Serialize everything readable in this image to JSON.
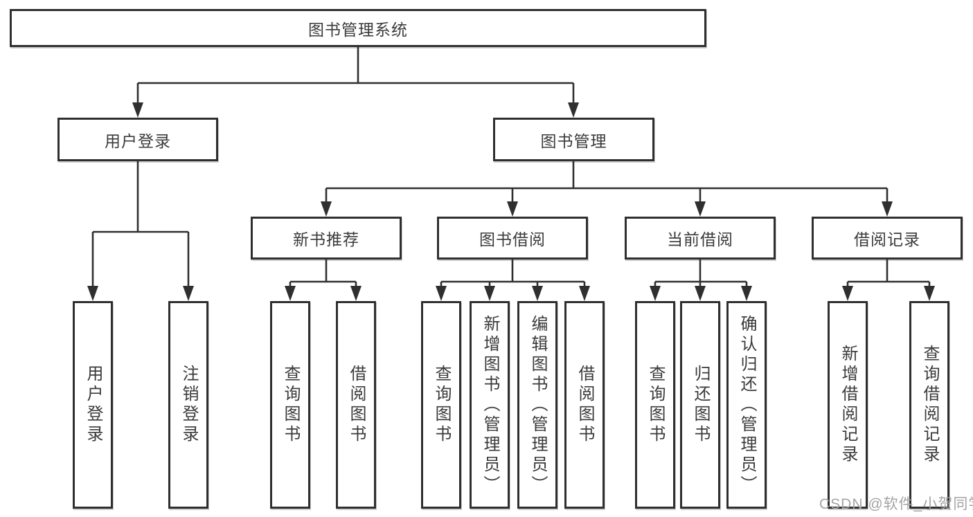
{
  "tree": {
    "label": "图书管理系统",
    "children": [
      {
        "label": "用户登录",
        "children": [
          {
            "label": "用户登录"
          },
          {
            "label": "注销登录"
          }
        ]
      },
      {
        "label": "图书管理",
        "children": [
          {
            "label": "新书推荐",
            "children": [
              {
                "label": "查询图书"
              },
              {
                "label": "借阅图书"
              }
            ]
          },
          {
            "label": "图书借阅",
            "children": [
              {
                "label": "查询图书"
              },
              {
                "label": "新增图书（管理员）"
              },
              {
                "label": "编辑图书（管理员）"
              },
              {
                "label": "借阅图书"
              }
            ]
          },
          {
            "label": "当前借阅",
            "children": [
              {
                "label": "查询图书"
              },
              {
                "label": "归还图书"
              },
              {
                "label": "确认归还（管理员）"
              }
            ]
          },
          {
            "label": "借阅记录",
            "children": [
              {
                "label": "新增借阅记录"
              },
              {
                "label": "查询借阅记录"
              }
            ]
          }
        ]
      }
    ]
  },
  "watermark": "CSDN @软件_小贺同学",
  "colors": {
    "line": "#2f2f2f",
    "text": "#3a3a3a",
    "background": "#ffffff",
    "watermark": "#a3a3a3"
  }
}
